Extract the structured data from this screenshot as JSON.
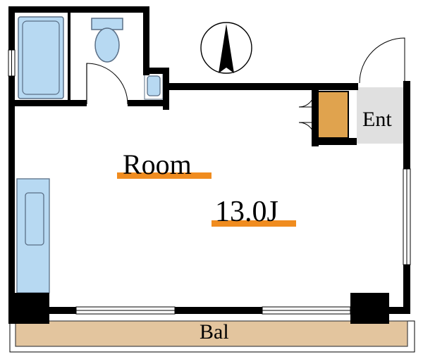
{
  "labels": {
    "room": "Room",
    "area": "13.0J",
    "entrance": "Ent",
    "balcony": "Bal"
  },
  "colors": {
    "wall": "#000000",
    "fixture_fill": "#b7d9f2",
    "fixture_stroke": "#5a6f86",
    "balcony_fill": "#e3c59e",
    "entrance_floor": "#e0e0e0",
    "shoe_closet": "#e0a34e",
    "label_highlight": "#f08c1f"
  },
  "icons": {
    "compass": "north-arrow-icon",
    "toilet": "toilet-icon",
    "bathtub": "bathtub-icon",
    "washbasin": "washbasin-icon",
    "kitchen": "kitchen-counter-icon"
  }
}
